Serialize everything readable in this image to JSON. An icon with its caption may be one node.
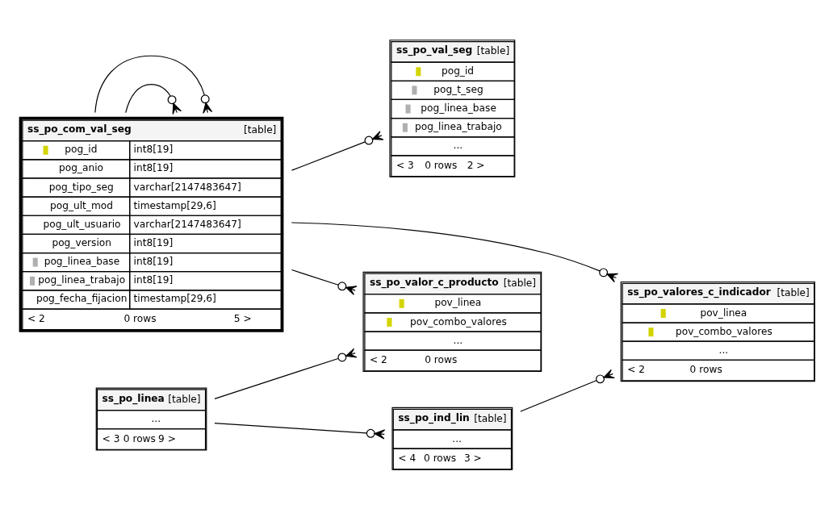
{
  "diagram": {
    "nodes": [
      {
        "text": [
          "ss_po_valor_c_producto",
          "[table]",
          "pov_linea",
          "pov_combo_valores",
          "...",
          "< 2",
          "0 rows"
        ]
      },
      {
        "text": [
          "ss_po_com_val_seg",
          "[table]",
          "pog_id",
          "int8[19]",
          "pog_anio",
          "int8[19]",
          "pog_tipo_seg",
          "varchar[2147483647]",
          "pog_ult_mod",
          "timestamp[29,6]",
          "pog_ult_usuario",
          "varchar[2147483647]",
          "pog_version",
          "int8[19]",
          "pog_linea_base",
          "int8[19]",
          "pog_linea_trabajo",
          "int8[19]",
          "pog_fecha_fijacion",
          "timestamp[29,6]",
          "< 2",
          "0 rows",
          "5 >"
        ]
      },
      {
        "text": [
          "ss_po_val_seg",
          "[table]",
          "pog_id",
          "pog_t_seg",
          "pog_linea_base",
          "pog_linea_trabajo",
          "...",
          "< 3",
          "0 rows",
          "2 >"
        ]
      },
      {
        "text": [
          "ss_po_linea",
          "[table]",
          "...",
          "< 3",
          "0 rows",
          "9 >"
        ]
      },
      {
        "text": [
          "ss_po_valores_c_indicador",
          "[table]",
          "pov_linea",
          "pov_combo_valores",
          "...",
          "< 2",
          "0 rows"
        ]
      },
      {
        "text": [
          "ss_po_ind_lin",
          "[table]",
          "...",
          "< 4",
          "0 rows",
          "3 >"
        ]
      }
    ],
    "edges": [
      {
        "from": 3,
        "to": 0,
        "arrow": "other"
      },
      {
        "from": 1,
        "to": 0,
        "arrow": "other"
      },
      {
        "from": 1,
        "to": 2,
        "arrow": "other"
      },
      {
        "from": 1,
        "to": 1,
        "arrow": "other"
      },
      {
        "from": 1,
        "to": 1,
        "arrow": "other"
      },
      {
        "from": 3,
        "to": 5,
        "arrow": "other"
      },
      {
        "from": 5,
        "to": 4,
        "arrow": "other"
      },
      {
        "from": 1,
        "to": 4,
        "arrow": "other"
      }
    ]
  }
}
